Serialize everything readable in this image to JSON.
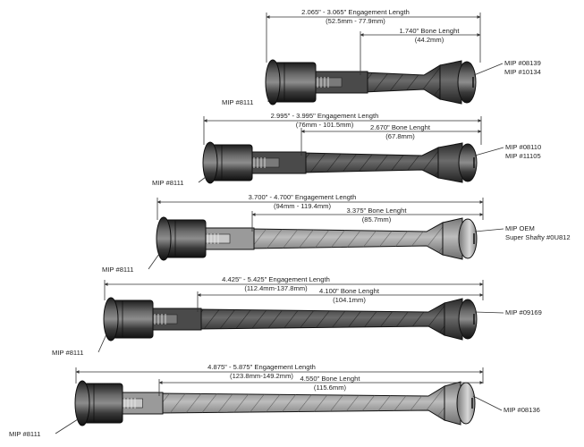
{
  "assemblies": [
    {
      "engagement": "2.065\" - 3.065\" Engagement Length",
      "engagement_mm": "(52.5mm - 77.9mm)",
      "bone": "1.740\" Bone Lenght",
      "bone_mm": "(44.2mm)",
      "left_part": "MIP #8111",
      "right_part": [
        "MIP #08139",
        "MIP #10134"
      ],
      "shade": "dark"
    },
    {
      "engagement": "2.995\" - 3.995\" Engagement Length",
      "engagement_mm": "(76mm - 101.5mm)",
      "bone": "2.670\" Bone Lenght",
      "bone_mm": "(67.8mm)",
      "left_part": "MIP #8111",
      "right_part": [
        "MIP #08110",
        "MIP #11105"
      ],
      "shade": "dark"
    },
    {
      "engagement": "3.700\" - 4.700\" Engagement Length",
      "engagement_mm": "(94mm - 119.4mm)",
      "bone": "3.375\" Bone Lenght",
      "bone_mm": "(85.7mm)",
      "left_part": "MIP #8111",
      "right_part": [
        "MIP OEM",
        "Super Shafty #0U812"
      ],
      "shade": "light"
    },
    {
      "engagement": "4.425\" - 5.425\" Engagement Length",
      "engagement_mm": "(112.4mm-137.8mm)",
      "bone": "4.100\" Bone Lenght",
      "bone_mm": "(104.1mm)",
      "left_part": "MIP #8111",
      "right_part": [
        "MIP #09169"
      ],
      "shade": "dark"
    },
    {
      "engagement": "4.875\" - 5.875\" Engagement Length",
      "engagement_mm": "(123.8mm-149.2mm)",
      "bone": "4.550\" Bone Lenght",
      "bone_mm": "(115.6mm)",
      "left_part": "MIP #8111",
      "right_part": [
        "MIP #08136"
      ],
      "shade": "light"
    }
  ]
}
